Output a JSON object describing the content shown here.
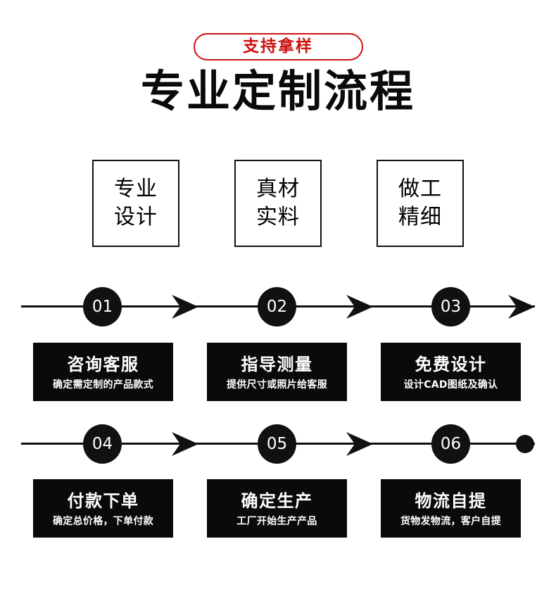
{
  "header": {
    "badge_label": "支持拿样",
    "title": "专业定制流程",
    "badge_color": "#cc1111",
    "title_color": "#0a0a0a"
  },
  "features": [
    {
      "line1": "专业",
      "line2": "设计"
    },
    {
      "line1": "真材",
      "line2": "实料"
    },
    {
      "line1": "做工",
      "line2": "精细"
    }
  ],
  "timeline_rows": [
    {
      "nodes": [
        "01",
        "02",
        "03"
      ],
      "connectors": [
        "arrow-icon",
        "arrow-icon",
        "arrow-icon"
      ],
      "end_marker": "arrow-icon"
    },
    {
      "nodes": [
        "04",
        "05",
        "06"
      ],
      "connectors": [
        "arrow-icon",
        "arrow-icon"
      ],
      "end_marker": "dot-icon"
    }
  ],
  "steps_row1": [
    {
      "number": "01",
      "title": "咨询客服",
      "subtitle": "确定需定制的产品款式"
    },
    {
      "number": "02",
      "title": "指导测量",
      "subtitle": "提供尺寸或照片给客服"
    },
    {
      "number": "03",
      "title": "免费设计",
      "subtitle": "设计CAD图纸及确认"
    }
  ],
  "steps_row2": [
    {
      "number": "04",
      "title": "付款下单",
      "subtitle": "确定总价格，下单付款"
    },
    {
      "number": "05",
      "title": "确定生产",
      "subtitle": "工厂开始生产产品"
    },
    {
      "number": "06",
      "title": "物流自提",
      "subtitle": "货物发物流，客户自提"
    }
  ],
  "colors": {
    "accent_red": "#cc1111",
    "card_bg": "#0a0a0a",
    "card_text": "#ffffff",
    "page_bg": "#ffffff"
  }
}
